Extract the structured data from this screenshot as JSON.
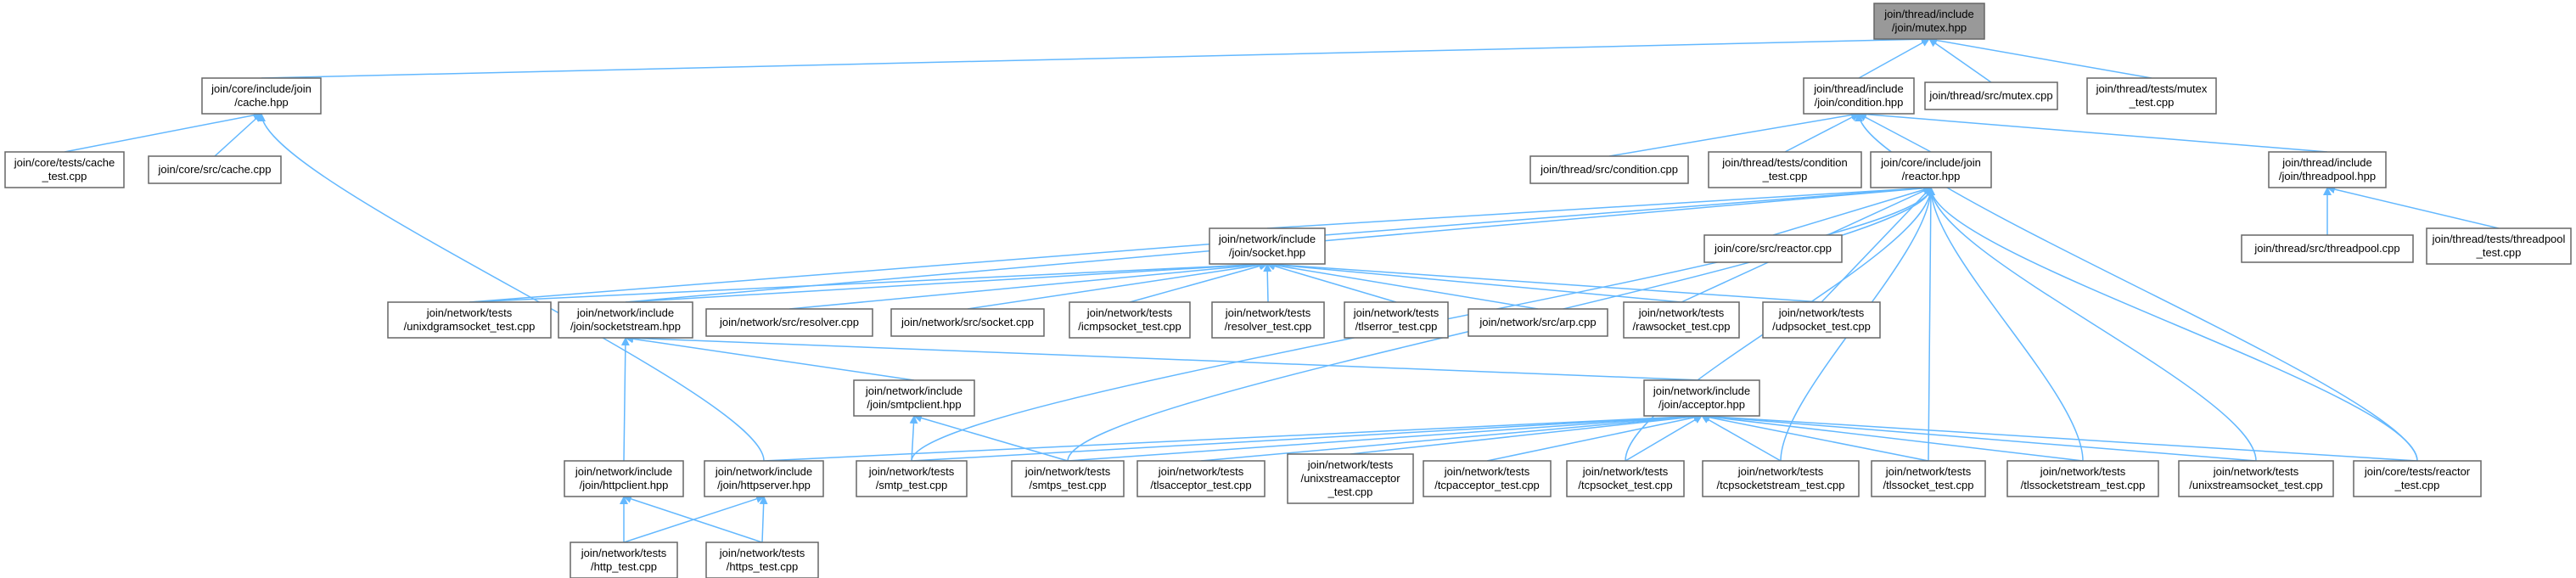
{
  "graph": {
    "nodes": [
      {
        "id": "mutex_hpp",
        "lines": [
          "join/thread/include",
          "/join/mutex.hpp"
        ],
        "root": true
      },
      {
        "id": "cache_hpp",
        "lines": [
          "join/core/include/join",
          "/cache.hpp"
        ]
      },
      {
        "id": "condition_hpp",
        "lines": [
          "join/thread/include",
          "/join/condition.hpp"
        ]
      },
      {
        "id": "mutex_cpp",
        "lines": [
          "join/thread/src/mutex.cpp"
        ]
      },
      {
        "id": "mutex_test",
        "lines": [
          "join/thread/tests/mutex",
          "_test.cpp"
        ]
      },
      {
        "id": "cache_test",
        "lines": [
          "join/core/tests/cache",
          "_test.cpp"
        ]
      },
      {
        "id": "cache_cpp",
        "lines": [
          "join/core/src/cache.cpp"
        ]
      },
      {
        "id": "condition_cpp",
        "lines": [
          "join/thread/src/condition.cpp"
        ]
      },
      {
        "id": "condition_test",
        "lines": [
          "join/thread/tests/condition",
          "_test.cpp"
        ]
      },
      {
        "id": "reactor_hpp",
        "lines": [
          "join/core/include/join",
          "/reactor.hpp"
        ]
      },
      {
        "id": "threadpool_hpp",
        "lines": [
          "join/thread/include",
          "/join/threadpool.hpp"
        ]
      },
      {
        "id": "socket_hpp",
        "lines": [
          "join/network/include",
          "/join/socket.hpp"
        ]
      },
      {
        "id": "reactor_cpp",
        "lines": [
          "join/core/src/reactor.cpp"
        ]
      },
      {
        "id": "threadpool_cpp",
        "lines": [
          "join/thread/src/threadpool.cpp"
        ]
      },
      {
        "id": "threadpool_test",
        "lines": [
          "join/thread/tests/threadpool",
          "_test.cpp"
        ]
      },
      {
        "id": "unixdgram_test",
        "lines": [
          "join/network/tests",
          "/unixdgramsocket_test.cpp"
        ]
      },
      {
        "id": "socketstream_hpp",
        "lines": [
          "join/network/include",
          "/join/socketstream.hpp"
        ]
      },
      {
        "id": "resolver_cpp",
        "lines": [
          "join/network/src/resolver.cpp"
        ]
      },
      {
        "id": "socket_cpp",
        "lines": [
          "join/network/src/socket.cpp"
        ]
      },
      {
        "id": "icmpsocket_test",
        "lines": [
          "join/network/tests",
          "/icmpsocket_test.cpp"
        ]
      },
      {
        "id": "resolver_test",
        "lines": [
          "join/network/tests",
          "/resolver_test.cpp"
        ]
      },
      {
        "id": "tlserror_test",
        "lines": [
          "join/network/tests",
          "/tlserror_test.cpp"
        ]
      },
      {
        "id": "arp_cpp",
        "lines": [
          "join/network/src/arp.cpp"
        ]
      },
      {
        "id": "rawsocket_test",
        "lines": [
          "join/network/tests",
          "/rawsocket_test.cpp"
        ]
      },
      {
        "id": "udpsocket_test",
        "lines": [
          "join/network/tests",
          "/udpsocket_test.cpp"
        ]
      },
      {
        "id": "smtpclient_hpp",
        "lines": [
          "join/network/include",
          "/join/smtpclient.hpp"
        ]
      },
      {
        "id": "acceptor_hpp",
        "lines": [
          "join/network/include",
          "/join/acceptor.hpp"
        ]
      },
      {
        "id": "httpclient_hpp",
        "lines": [
          "join/network/include",
          "/join/httpclient.hpp"
        ]
      },
      {
        "id": "httpserver_hpp",
        "lines": [
          "join/network/include",
          "/join/httpserver.hpp"
        ]
      },
      {
        "id": "smtp_test",
        "lines": [
          "join/network/tests",
          "/smtp_test.cpp"
        ]
      },
      {
        "id": "smtps_test",
        "lines": [
          "join/network/tests",
          "/smtps_test.cpp"
        ]
      },
      {
        "id": "tlsacceptor_test",
        "lines": [
          "join/network/tests",
          "/tlsacceptor_test.cpp"
        ]
      },
      {
        "id": "unixstreamacceptor_test",
        "lines": [
          "join/network/tests",
          "/unixstreamacceptor",
          "_test.cpp"
        ]
      },
      {
        "id": "tcpacceptor_test",
        "lines": [
          "join/network/tests",
          "/tcpacceptor_test.cpp"
        ]
      },
      {
        "id": "tcpsocket_test",
        "lines": [
          "join/network/tests",
          "/tcpsocket_test.cpp"
        ]
      },
      {
        "id": "tcpsocketstream_test",
        "lines": [
          "join/network/tests",
          "/tcpsocketstream_test.cpp"
        ]
      },
      {
        "id": "tlssocket_test",
        "lines": [
          "join/network/tests",
          "/tlssocket_test.cpp"
        ]
      },
      {
        "id": "tlssocketstream_test",
        "lines": [
          "join/network/tests",
          "/tlssocketstream_test.cpp"
        ]
      },
      {
        "id": "unixstreamsocket_test",
        "lines": [
          "join/network/tests",
          "/unixstreamsocket_test.cpp"
        ]
      },
      {
        "id": "reactor_test",
        "lines": [
          "join/core/tests/reactor",
          "_test.cpp"
        ]
      },
      {
        "id": "http_test",
        "lines": [
          "join/network/tests",
          "/http_test.cpp"
        ]
      },
      {
        "id": "https_test",
        "lines": [
          "join/network/tests",
          "/https_test.cpp"
        ]
      }
    ],
    "edges": [
      [
        "cache_hpp",
        "mutex_hpp"
      ],
      [
        "condition_hpp",
        "mutex_hpp"
      ],
      [
        "mutex_cpp",
        "mutex_hpp"
      ],
      [
        "mutex_test",
        "mutex_hpp"
      ],
      [
        "cache_test",
        "cache_hpp"
      ],
      [
        "cache_cpp",
        "cache_hpp"
      ],
      [
        "httpserver_hpp",
        "cache_hpp"
      ],
      [
        "condition_cpp",
        "condition_hpp"
      ],
      [
        "condition_test",
        "condition_hpp"
      ],
      [
        "reactor_hpp",
        "condition_hpp"
      ],
      [
        "threadpool_hpp",
        "condition_hpp"
      ],
      [
        "reactor_test",
        "condition_hpp"
      ],
      [
        "threadpool_cpp",
        "threadpool_hpp"
      ],
      [
        "threadpool_test",
        "threadpool_hpp"
      ],
      [
        "socket_hpp",
        "reactor_hpp"
      ],
      [
        "reactor_cpp",
        "reactor_hpp"
      ],
      [
        "unixdgram_test",
        "reactor_hpp"
      ],
      [
        "socketstream_hpp",
        "reactor_hpp"
      ],
      [
        "rawsocket_test",
        "reactor_hpp"
      ],
      [
        "udpsocket_test",
        "reactor_hpp"
      ],
      [
        "smtp_test",
        "reactor_hpp"
      ],
      [
        "smtps_test",
        "reactor_hpp"
      ],
      [
        "tcpsocket_test",
        "reactor_hpp"
      ],
      [
        "tcpsocketstream_test",
        "reactor_hpp"
      ],
      [
        "tlssocket_test",
        "reactor_hpp"
      ],
      [
        "tlssocketstream_test",
        "reactor_hpp"
      ],
      [
        "unixstreamsocket_test",
        "reactor_hpp"
      ],
      [
        "reactor_test",
        "reactor_hpp"
      ],
      [
        "unixdgram_test",
        "socket_hpp"
      ],
      [
        "socketstream_hpp",
        "socket_hpp"
      ],
      [
        "resolver_cpp",
        "socket_hpp"
      ],
      [
        "socket_cpp",
        "socket_hpp"
      ],
      [
        "icmpsocket_test",
        "socket_hpp"
      ],
      [
        "resolver_test",
        "socket_hpp"
      ],
      [
        "tlserror_test",
        "socket_hpp"
      ],
      [
        "arp_cpp",
        "socket_hpp"
      ],
      [
        "rawsocket_test",
        "socket_hpp"
      ],
      [
        "udpsocket_test",
        "socket_hpp"
      ],
      [
        "smtpclient_hpp",
        "socketstream_hpp"
      ],
      [
        "acceptor_hpp",
        "socketstream_hpp"
      ],
      [
        "httpclient_hpp",
        "socketstream_hpp"
      ],
      [
        "smtp_test",
        "smtpclient_hpp"
      ],
      [
        "smtps_test",
        "smtpclient_hpp"
      ],
      [
        "httpserver_hpp",
        "acceptor_hpp"
      ],
      [
        "smtp_test",
        "acceptor_hpp"
      ],
      [
        "smtps_test",
        "acceptor_hpp"
      ],
      [
        "tlsacceptor_test",
        "acceptor_hpp"
      ],
      [
        "unixstreamacceptor_test",
        "acceptor_hpp"
      ],
      [
        "tcpacceptor_test",
        "acceptor_hpp"
      ],
      [
        "tcpsocket_test",
        "acceptor_hpp"
      ],
      [
        "tcpsocketstream_test",
        "acceptor_hpp"
      ],
      [
        "tlssocket_test",
        "acceptor_hpp"
      ],
      [
        "tlssocketstream_test",
        "acceptor_hpp"
      ],
      [
        "unixstreamsocket_test",
        "acceptor_hpp"
      ],
      [
        "reactor_test",
        "acceptor_hpp"
      ],
      [
        "http_test",
        "httpclient_hpp"
      ],
      [
        "https_test",
        "httpclient_hpp"
      ],
      [
        "http_test",
        "httpserver_hpp"
      ],
      [
        "https_test",
        "httpserver_hpp"
      ]
    ]
  }
}
